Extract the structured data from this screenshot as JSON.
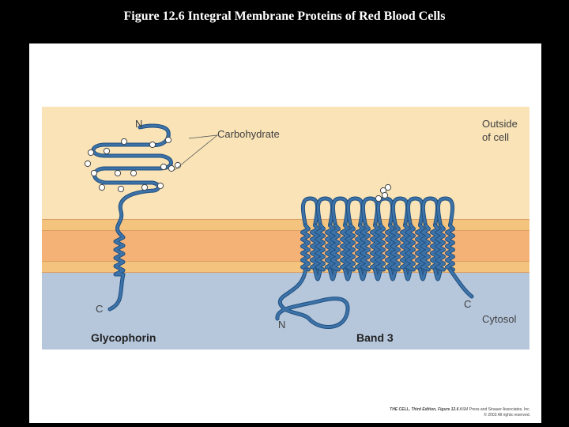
{
  "slide": {
    "title": "Figure 12.6  Integral Membrane Proteins of Red Blood Cells"
  },
  "figure": {
    "labels": {
      "outside": "Outside of cell",
      "outside_line1": "Outside",
      "outside_line2": "of cell",
      "cytosol": "Cytosol",
      "carbohydrate": "Carbohydrate",
      "glyco_n": "N",
      "glyco_c": "C",
      "band3_n": "N",
      "band3_c": "C",
      "glycophorin": "Glycophorin",
      "band3": "Band 3"
    },
    "colors": {
      "protein": "#3d73a8",
      "protein_edge": "#1f4f80",
      "outside": "#f9e3b7",
      "membrane": "#f5b276",
      "cytosol": "#b6c7dc"
    },
    "band3_loops": 10
  },
  "credit": {
    "line1_bold": "THE CELL, Third Edition, Figure 12.6",
    "line1_rest": "ASM Press and Sinauer Associates, Inc.",
    "line2": "© 2003 All rights reserved."
  }
}
